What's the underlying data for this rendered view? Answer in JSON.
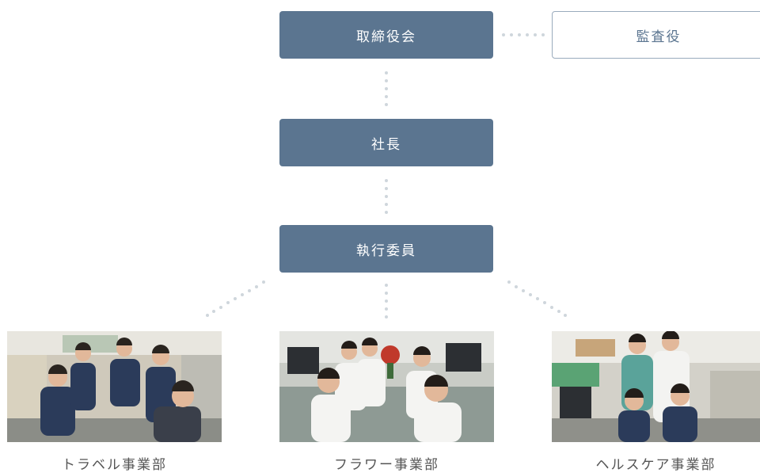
{
  "org": {
    "board": "取締役会",
    "auditor": "監査役",
    "president": "社長",
    "executive": "執行委員"
  },
  "departments": [
    {
      "name": "トラベル事業部",
      "photo_icon": "team-photo-travel"
    },
    {
      "name": "フラワー事業部",
      "photo_icon": "team-photo-flower"
    },
    {
      "name": "ヘルスケア事業部",
      "photo_icon": "team-photo-healthcare"
    }
  ],
  "colors": {
    "box_fill": "#5b7590",
    "box_text": "#ffffff",
    "auditor_border": "#9aabbd",
    "dots": "#cfd6dc",
    "caption": "#555555"
  }
}
